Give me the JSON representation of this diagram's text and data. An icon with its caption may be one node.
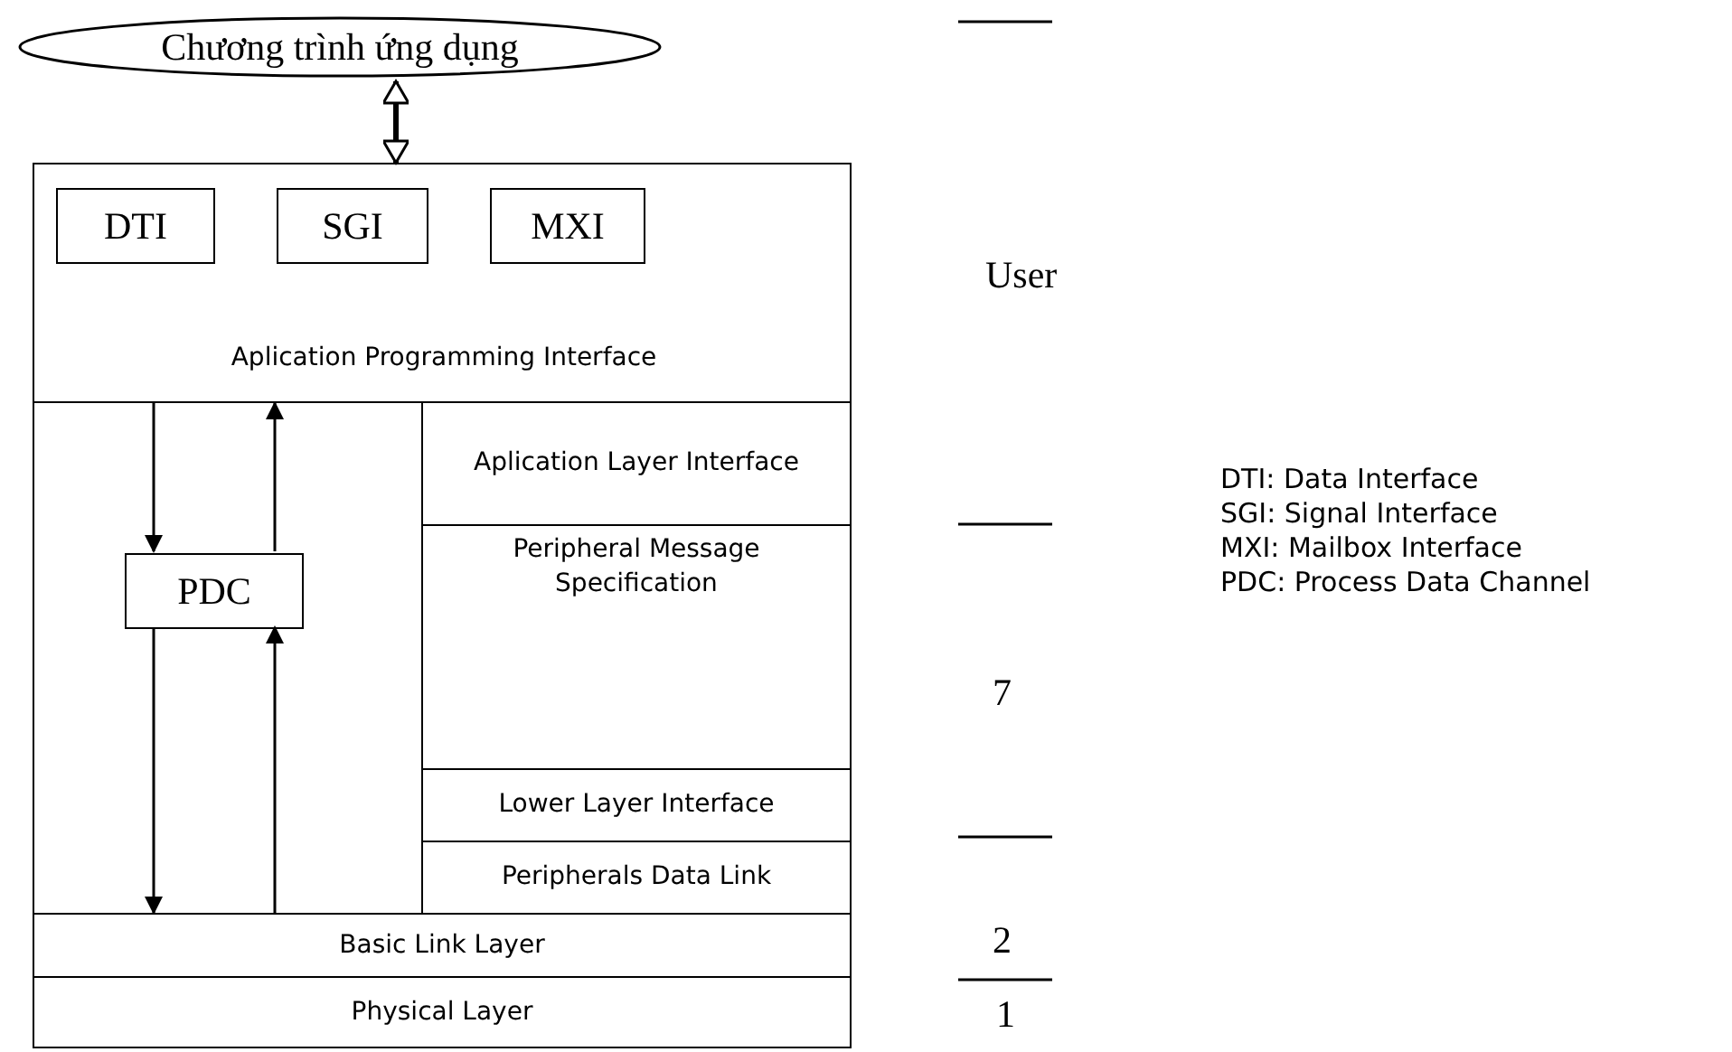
{
  "diagram": {
    "nodes": [
      {
        "text": [
          "Chương trình ứng dụng"
        ]
      },
      {
        "text": [
          "Aplication Programming Interface"
        ]
      },
      {
        "text": [
          "DTI"
        ],
        "in": 1
      },
      {
        "text": [
          "SGI"
        ],
        "in": 1
      },
      {
        "text": [
          "MXI"
        ],
        "in": 1
      },
      {
        "text": [],
        "shape": "box"
      },
      {
        "text": [
          "PDC"
        ],
        "in": 5
      },
      {
        "text": [
          "Aplication Layer Interface"
        ]
      },
      {
        "text": [
          "Peripheral Message Specification"
        ]
      },
      {
        "text": [
          "Lower Layer Interface"
        ]
      },
      {
        "text": [
          "Peripherals Data Link"
        ]
      },
      {
        "text": [
          "Basic Link Layer"
        ]
      },
      {
        "text": [
          "Physical Layer"
        ]
      }
    ],
    "edges": [
      {
        "from": 0,
        "to": 1,
        "arrow": "both",
        "style": "thick"
      },
      {
        "from": 1,
        "to": 6,
        "arrow": "to"
      },
      {
        "from": 6,
        "to": 1,
        "arrow": "to"
      },
      {
        "from": 6,
        "to": 11,
        "arrow": "to"
      },
      {
        "from": 11,
        "to": 6,
        "arrow": "to"
      }
    ],
    "labels": [
      "User",
      "DTI: Data Interface",
      "SGI:  Signal Interface",
      "MXI: Mailbox Interface",
      "PDC: Process Data Channel",
      "7",
      "2",
      "1"
    ]
  }
}
